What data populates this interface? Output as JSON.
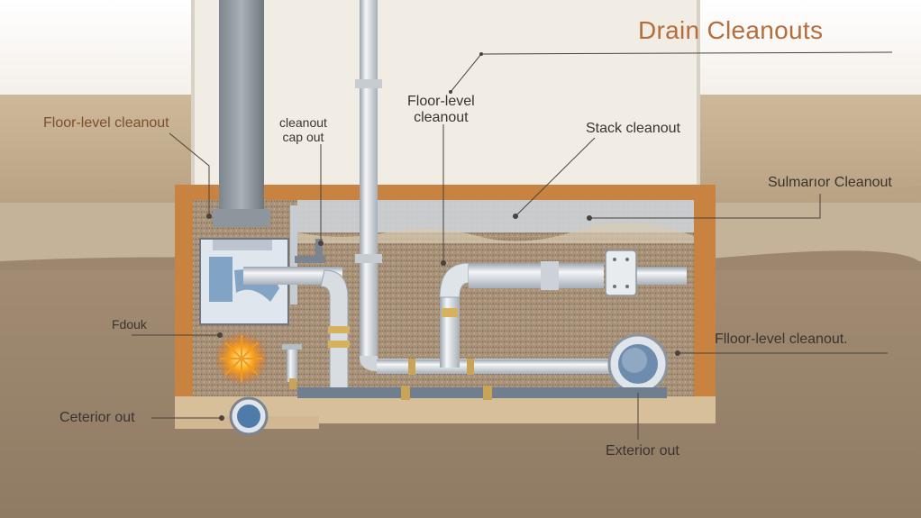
{
  "title": "Drain Cleanouts",
  "labels": {
    "floor_level_left": "Floor-level cleanout",
    "cleanout_cap_out": "cleanout\ncap out",
    "floor_level_center": "Floor-level\ncleanout",
    "stack_cleanout": "Stack cleanout",
    "sulmarior_cleanout": "Sulmarıor Cleanout",
    "fdouk": "Fdouk",
    "floor_level_right": "Flloor-level cleanout.",
    "ceterior_out": "Ceterior out",
    "exterior_out": "Exterior out"
  },
  "colors": {
    "title": "#b56d3b",
    "soil_light": "#c9b595",
    "soil_dark": "#a08a72",
    "gravel": "#9f8a70",
    "foundation_wall": "#c7833f",
    "pipe": "#dfe3e8",
    "house_wall": "#f1ede4"
  }
}
